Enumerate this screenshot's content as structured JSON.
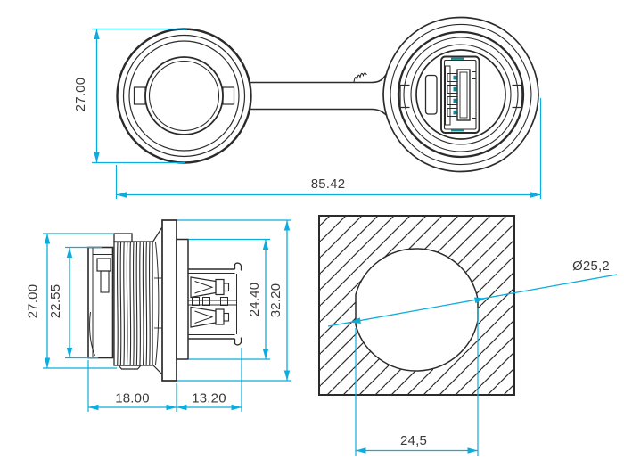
{
  "drawing": {
    "subject": "panel-mount USB-A connector with protective cap - dimensioned views",
    "colors": {
      "dimension_lines": "#0badde",
      "drawing_lines": "#2b2b2b",
      "dimension_text": "#3a3a3a",
      "usb_contact_accent": "#0d8e96",
      "background": "#ffffff"
    },
    "front_view": {
      "dims": {
        "cap_diameter": "27.00",
        "overall_length": "85.42"
      }
    },
    "side_view": {
      "dims": {
        "thread_diameter": "27.00",
        "rear_cap_diameter": "22.55",
        "receptacle_height": "24.40",
        "flange_diameter": "32.20",
        "body_length": "18.00",
        "receptacle_length": "13.20"
      }
    },
    "panel_cutout": {
      "dims": {
        "hole_diameter": "Ø25,2",
        "across_flats": "24,5"
      }
    }
  }
}
